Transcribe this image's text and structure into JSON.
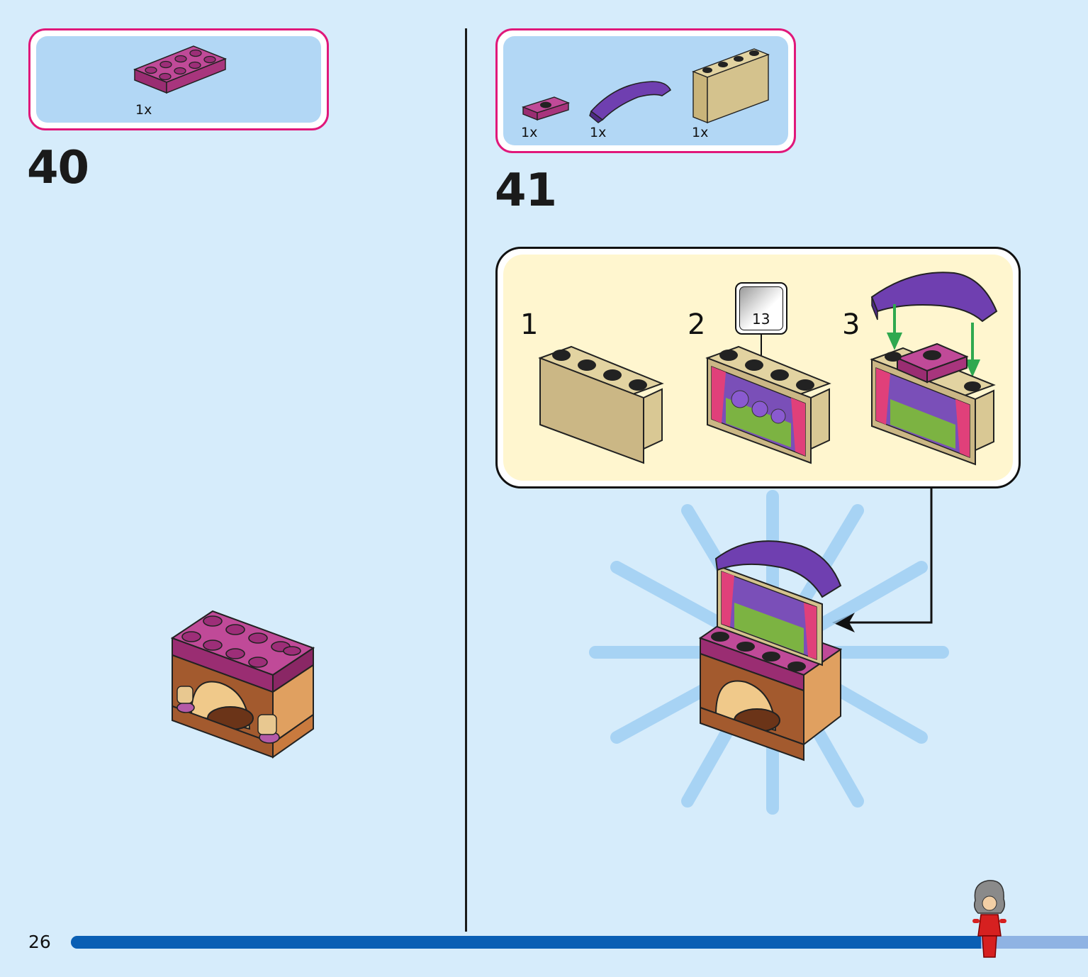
{
  "page": {
    "number": "26"
  },
  "progress": {
    "fraction": 0.895
  },
  "steps": [
    {
      "number": "40",
      "parts": [
        {
          "qty": "1x",
          "part": "magenta-2x4-plate"
        }
      ]
    },
    {
      "number": "41",
      "parts": [
        {
          "qty": "1x",
          "part": "magenta-1x2-jumper-plate"
        },
        {
          "qty": "1x",
          "part": "purple-curved-slope"
        },
        {
          "qty": "1x",
          "part": "tan-1x4x3-panel"
        }
      ],
      "substeps": [
        {
          "number": "1"
        },
        {
          "number": "2",
          "sticker": "13"
        },
        {
          "number": "3"
        }
      ]
    }
  ],
  "colors": {
    "background": "#d6ecfb",
    "parts_border": "#e0187a",
    "parts_fill": "#b2d7f5",
    "callout_fill": "#fff6cf",
    "progress": "#0a5fb4",
    "magenta": "#b0307f",
    "purple": "#6f3fb0",
    "tan": "#d4c28d",
    "brown": "#a35a2e"
  }
}
